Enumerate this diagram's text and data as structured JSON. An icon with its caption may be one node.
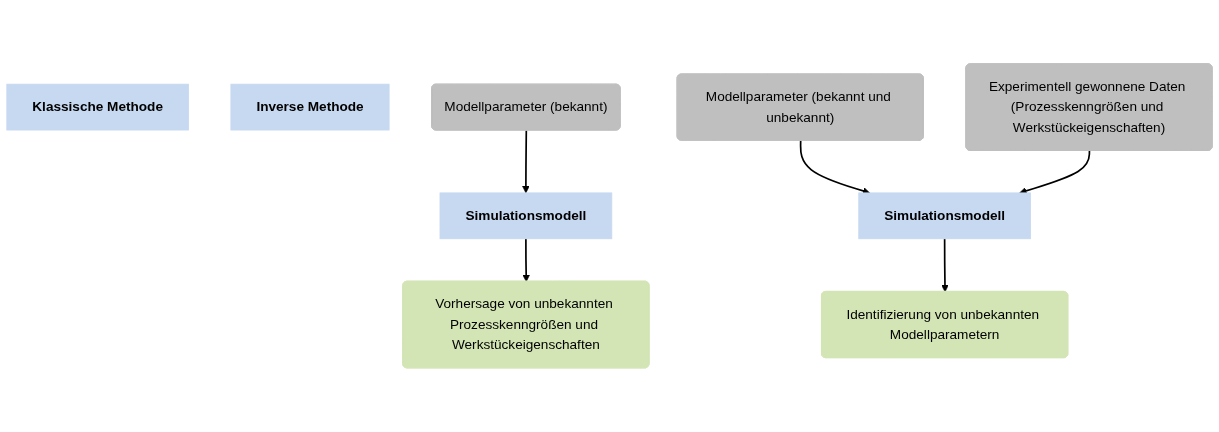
{
  "diagram": {
    "nodes": [
      {
        "text": [
          "Klassische Methode"
        ]
      },
      {
        "text": [
          "Inverse Methode"
        ]
      },
      {
        "text": [
          "Modellparameter (bekannt)"
        ]
      },
      {
        "text": [
          "Modellparameter (bekannt und unbekannt)"
        ]
      },
      {
        "text": [
          "Identifizierung von unbekannten Modellparametern"
        ]
      },
      {
        "text": [
          "Simulationsmodell"
        ]
      },
      {
        "text": [
          "Simulationsmodell"
        ]
      },
      {
        "text": [
          "Vorhersage von unbekannten Prozesskenngrößen und Werkstückeigenschaften"
        ]
      },
      {
        "text": [
          "Experimentell gewonnene Daten (Prozesskenngrößen und Werkstückeigenschaften)"
        ]
      }
    ],
    "edges": [
      {
        "from": 2,
        "to": 5,
        "arrow": "to"
      },
      {
        "from": 5,
        "to": 7,
        "arrow": "to"
      },
      {
        "from": 3,
        "to": 6,
        "arrow": "to"
      },
      {
        "from": 6,
        "to": 4,
        "arrow": "to"
      },
      {
        "from": 8,
        "to": 6,
        "arrow": "to"
      }
    ]
  }
}
